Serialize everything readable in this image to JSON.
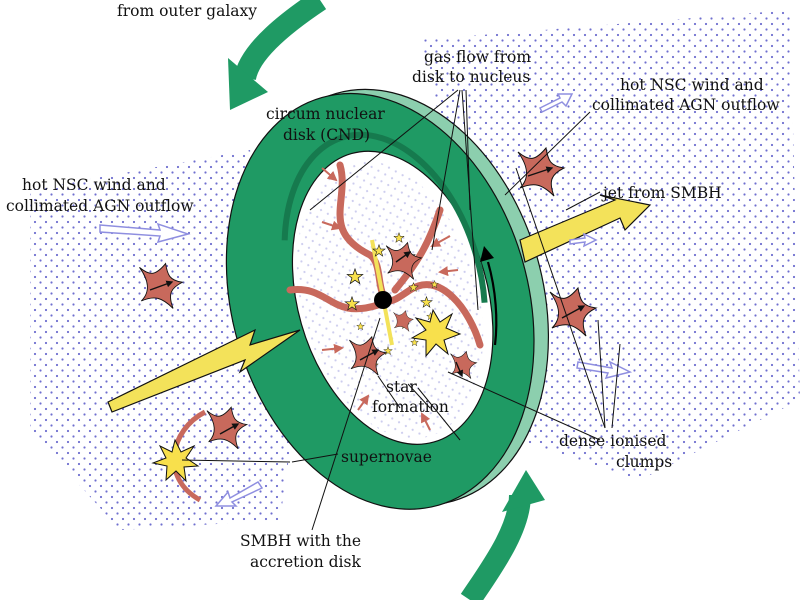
{
  "labels": {
    "outer_galaxy": "from outer galaxy",
    "gas_flow_1": "gas flow from",
    "gas_flow_2": "disk to nucleus",
    "wind_right_1": "hot NSC wind and",
    "wind_right_2": "collimated AGN outflow",
    "wind_left_1": "hot NSC wind and",
    "wind_left_2": "collimated AGN outflow",
    "cnd_1": "circum nuclear",
    "cnd_2": "disk (CND)",
    "jet": "jet from SMBH",
    "star_1": "star",
    "star_2": "formation",
    "supernovae": "supernovae",
    "clumps_1": "dense ionised",
    "clumps_2": "clumps",
    "smbh_1": "SMBH with the",
    "smbh_2": "accretion disk"
  },
  "colors": {
    "disk": "#1f9a64",
    "disk_dark": "#167a4e",
    "disk_edge": "#8ccfae",
    "clump": "#c8695c",
    "jet": "#f3e25a",
    "star": "#f8e04c",
    "dots": "#6f6fcf",
    "arrow_wind": "#8f8fe0",
    "smbh": "#000000"
  }
}
